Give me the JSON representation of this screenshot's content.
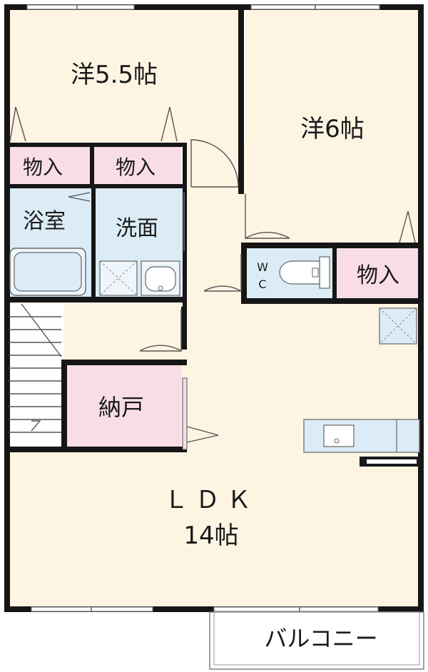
{
  "floorplan": {
    "rooms": {
      "western_55": {
        "label": "洋5.5帖"
      },
      "western_6": {
        "label": "洋6帖"
      },
      "closet_1": {
        "label": "物入"
      },
      "closet_2": {
        "label": "物入"
      },
      "closet_3": {
        "label": "物入"
      },
      "bathroom": {
        "label": "浴室"
      },
      "washroom": {
        "label": "洗面"
      },
      "toilet": {
        "label_w": "W",
        "label_c": "C"
      },
      "storage": {
        "label": "納戸"
      },
      "ldk": {
        "label": "ＬＤＫ",
        "size": "14帖"
      },
      "balcony": {
        "label": "バルコニー"
      }
    },
    "colors": {
      "wall": "#161616",
      "room_floor": "#fdf4e2",
      "closet": "#f8dde6",
      "wet_area": "#dcecf6",
      "kitchen": "#dcecf6",
      "balcony": "#ffffff"
    }
  }
}
